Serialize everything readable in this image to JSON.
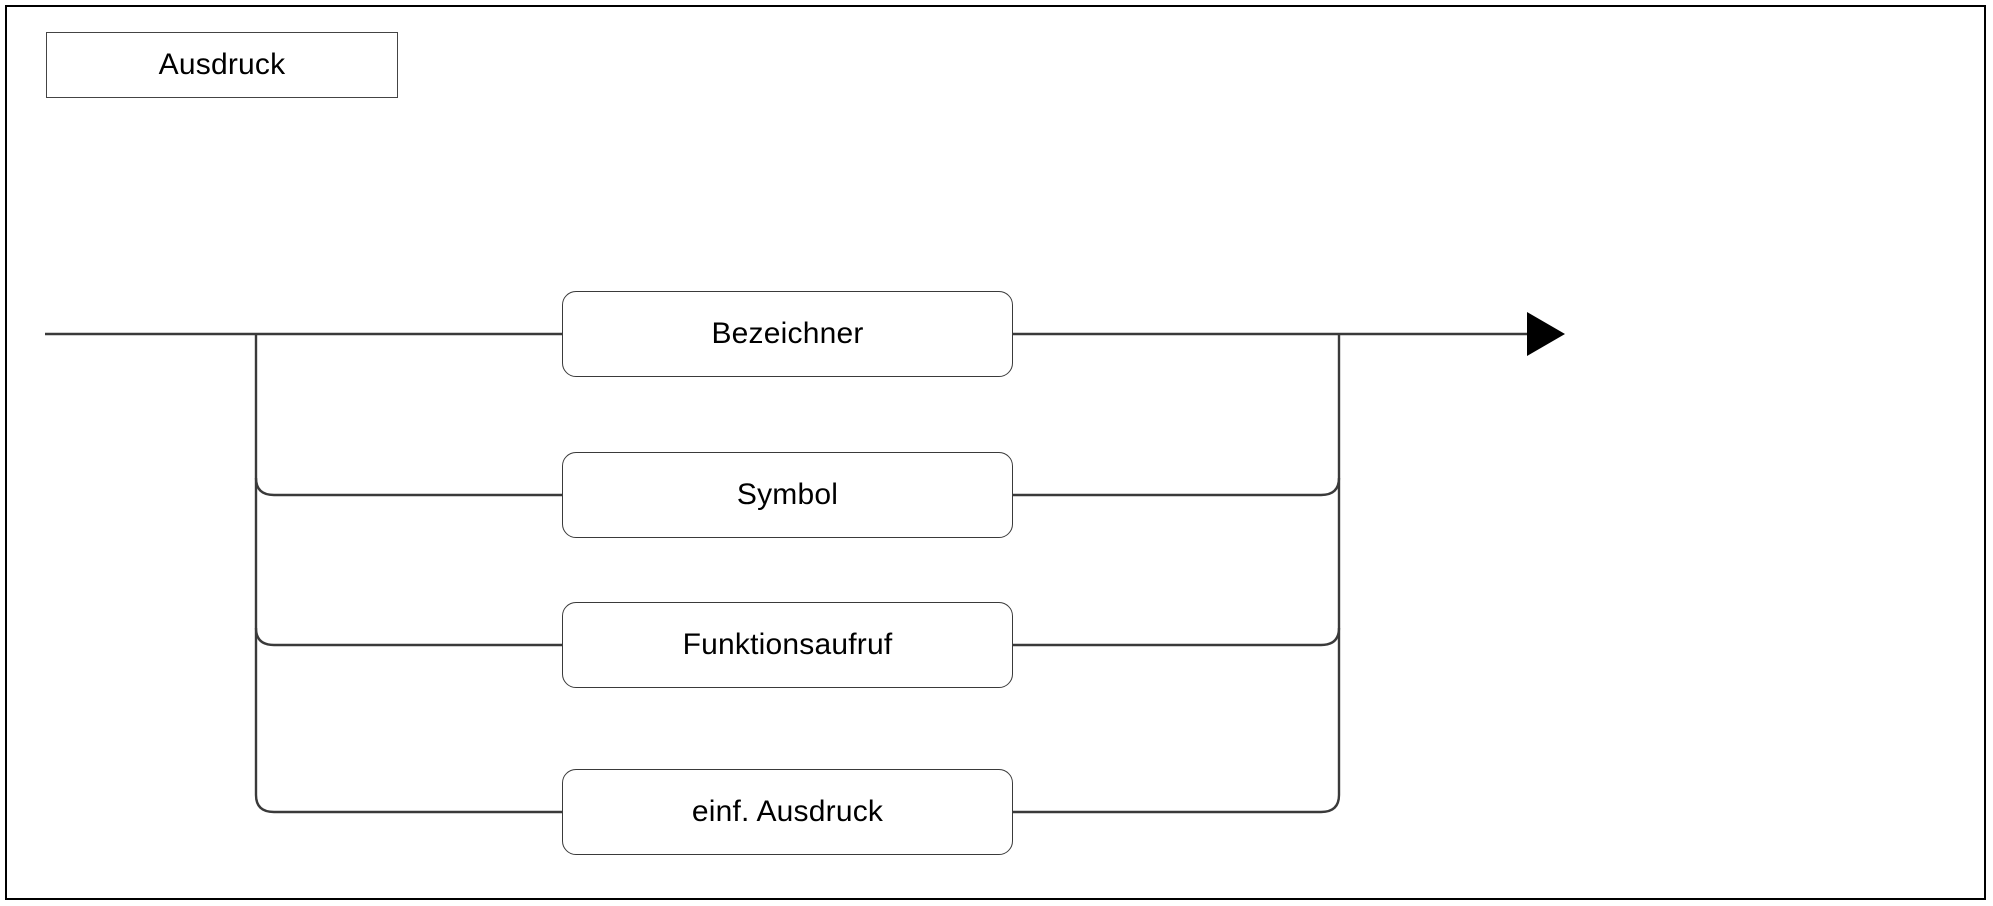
{
  "diagram": {
    "type": "railroad-syntax-diagram",
    "title": "Ausdruck",
    "language": "de",
    "frame": {
      "stroke": "#000000",
      "background": "#ffffff"
    },
    "line_color": "#3a3a3a",
    "entry_arrow": "arrowhead-right-icon",
    "alternatives": [
      {
        "label": "Bezeichner",
        "row": 1
      },
      {
        "label": "Symbol",
        "row": 2
      },
      {
        "label": "Funktionsaufruf",
        "row": 3
      },
      {
        "label": "einf. Ausdruck",
        "row": 4
      }
    ]
  }
}
